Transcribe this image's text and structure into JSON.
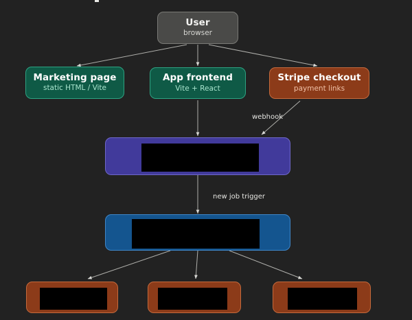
{
  "diagram": {
    "type": "flowchart",
    "background_color": "#222222",
    "edge_color": "#b8b8b4",
    "nodes": [
      {
        "id": "user",
        "name": "user-node",
        "title": "User",
        "subtitle": "browser",
        "fill": "#4a4a48",
        "stroke": "#7a7a76",
        "redacted": false
      },
      {
        "id": "marketing",
        "name": "marketing-page-node",
        "title": "Marketing page",
        "subtitle": "static HTML / Vite",
        "fill": "#0f5a46",
        "stroke": "#2ea383",
        "redacted": false
      },
      {
        "id": "frontend",
        "name": "app-frontend-node",
        "title": "App frontend",
        "subtitle": "Vite + React",
        "fill": "#0f5a46",
        "stroke": "#2ea383",
        "redacted": false
      },
      {
        "id": "stripe",
        "name": "stripe-checkout-node",
        "title": "Stripe checkout",
        "subtitle": "payment links",
        "fill": "#8c3b19",
        "stroke": "#c46a3c",
        "redacted": false
      },
      {
        "id": "purple",
        "name": "purple-service-node",
        "title": "",
        "subtitle": "",
        "fill": "#413a9b",
        "stroke": "#6f67c9",
        "redacted": true
      },
      {
        "id": "blue",
        "name": "blue-service-node",
        "title": "",
        "subtitle": "",
        "fill": "#14558f",
        "stroke": "#3f86c8",
        "redacted": true
      },
      {
        "id": "worker1",
        "name": "worker-node-left",
        "title": "",
        "subtitle": "",
        "fill": "#8c3b19",
        "stroke": "#c46a3c",
        "redacted": true
      },
      {
        "id": "worker2",
        "name": "worker-node-center",
        "title": "",
        "subtitle": "",
        "fill": "#8c3b19",
        "stroke": "#c46a3c",
        "redacted": true
      },
      {
        "id": "worker3",
        "name": "worker-node-right",
        "title": "",
        "subtitle": "",
        "fill": "#8c3b19",
        "stroke": "#c46a3c",
        "redacted": true
      }
    ],
    "edge_labels": {
      "webhook": "webhook",
      "new_job_trigger": "new job trigger"
    }
  }
}
